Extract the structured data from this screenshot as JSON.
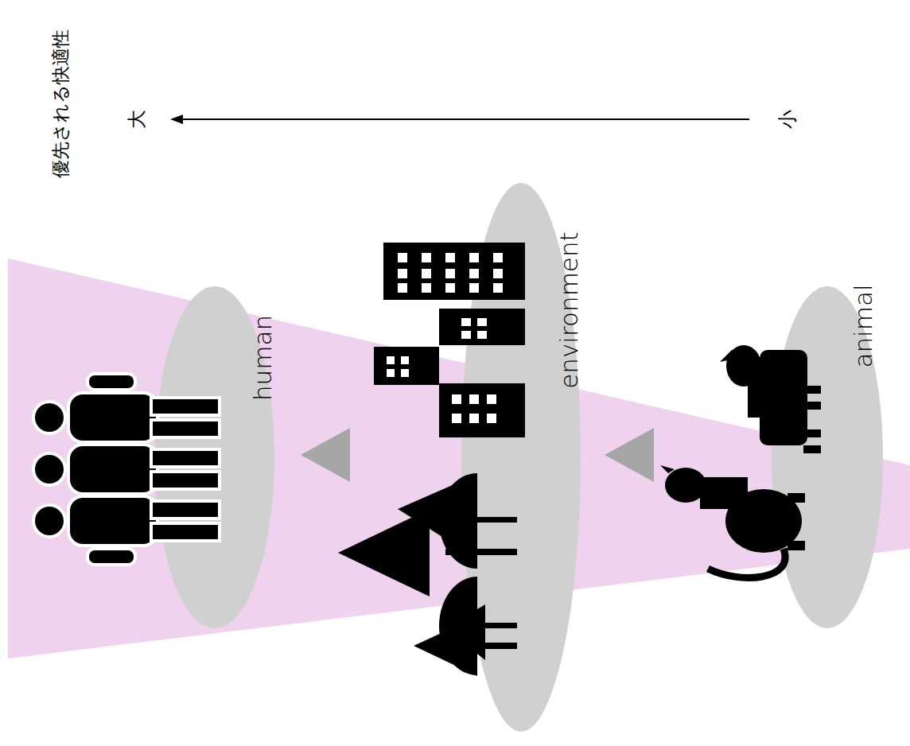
{
  "diagram": {
    "nodes": [
      {
        "text": [
          "human"
        ]
      },
      {
        "text": [
          "environment"
        ]
      },
      {
        "text": [
          "animal"
        ]
      }
    ],
    "labels": [
      "優先される快適性",
      "大",
      "小"
    ]
  }
}
